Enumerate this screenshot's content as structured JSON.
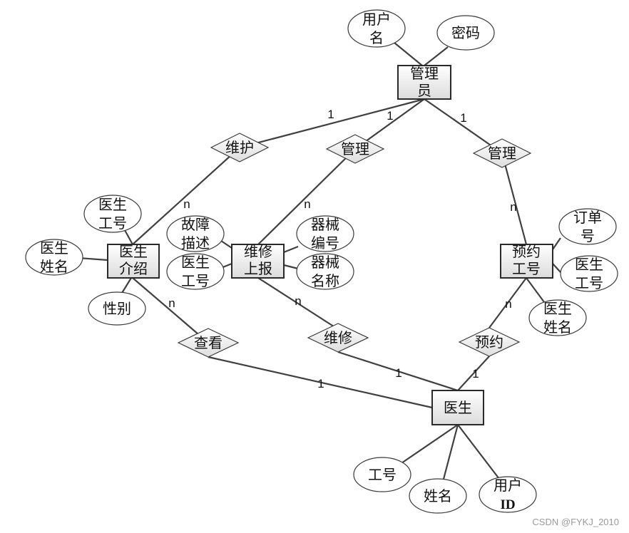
{
  "entities": {
    "admin": [
      "管理",
      "员"
    ],
    "doctor_intro": [
      "医生",
      "介绍"
    ],
    "repair_report": [
      "维修",
      "上报"
    ],
    "appointment_id": [
      "预约",
      "工号"
    ],
    "doctor": [
      "医生"
    ]
  },
  "relationships": {
    "maintain": "维护",
    "manage_repair": "管理",
    "manage_appointment": "管理",
    "view": "查看",
    "repair": "维修",
    "appoint": "预约"
  },
  "attributes": {
    "admin_username": [
      "用户",
      "名"
    ],
    "admin_password": [
      "密码"
    ],
    "intro_doctor_id": [
      "医生",
      "工号"
    ],
    "intro_doctor_name": [
      "医生",
      "姓名"
    ],
    "intro_gender": [
      "性别"
    ],
    "fault_description": [
      "故障",
      "描述"
    ],
    "report_doctor_id": [
      "医生",
      "工号"
    ],
    "equipment_number": [
      "器械",
      "编号"
    ],
    "equipment_name": [
      "器械",
      "名称"
    ],
    "order_id": [
      "订单",
      "号"
    ],
    "appt_doctor_id": [
      "医生",
      "工号"
    ],
    "appt_doctor_name": [
      "医生",
      "姓名"
    ],
    "doctor_work_id": [
      "工号"
    ],
    "doctor_name": [
      "姓名"
    ],
    "doctor_user_id": [
      "用户",
      "ID"
    ]
  },
  "cardinalities": {
    "admin_maintain": "1",
    "admin_manage_repair": "1",
    "admin_manage_appointment": "1",
    "maintain_intro": "n",
    "manage_repair_report": "n",
    "manage_appointment_appt": "n",
    "view_intro": "n",
    "view_doctor": "1",
    "repair_report_side": "n",
    "repair_doctor": "1",
    "appoint_appt": "n",
    "appoint_doctor": "1"
  },
  "watermark": "CSDN @FYKJ_2010"
}
